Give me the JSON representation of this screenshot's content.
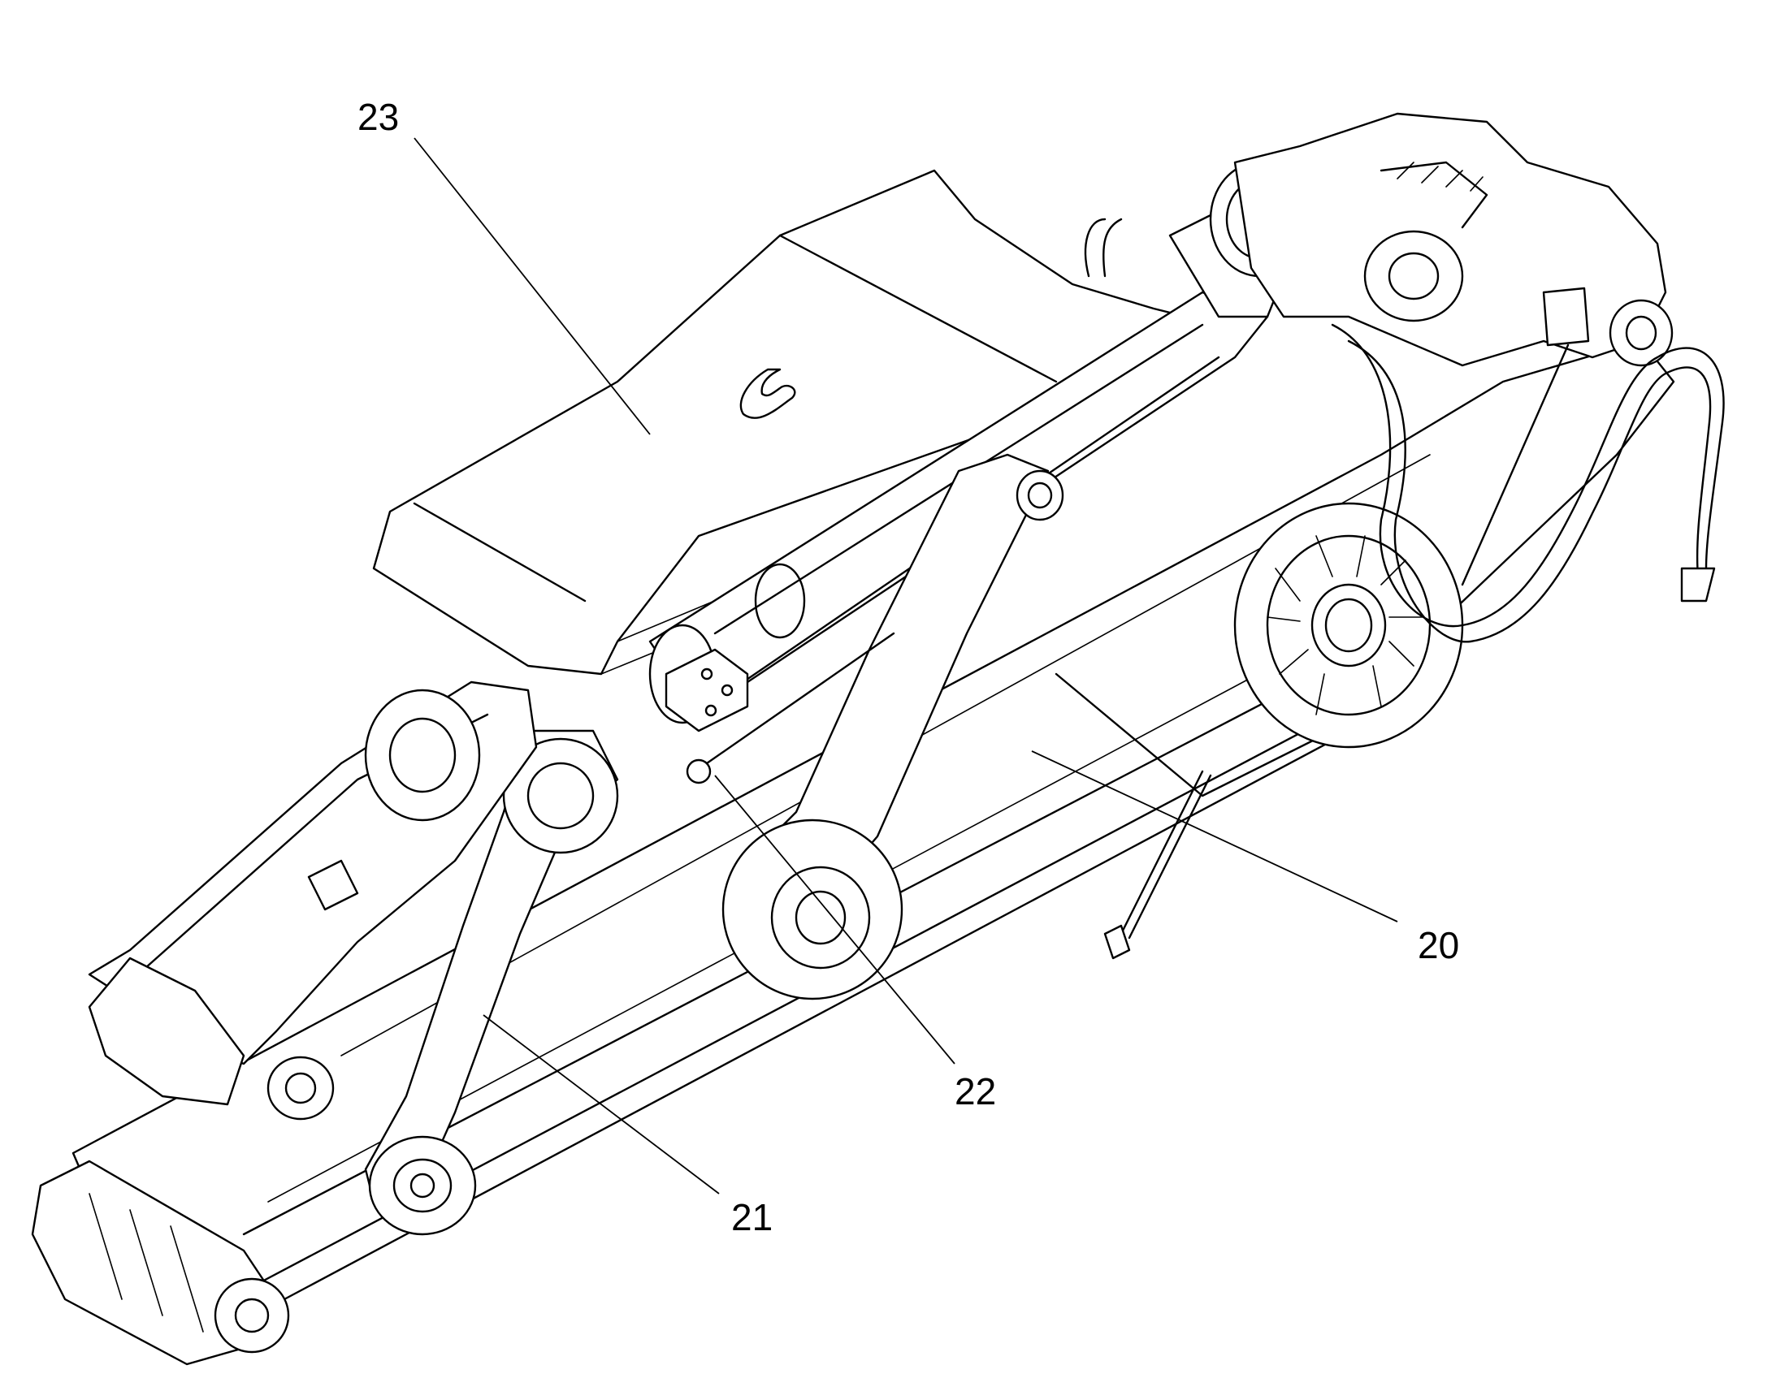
{
  "diagram": {
    "callouts": [
      {
        "id": "c23",
        "label": "23"
      },
      {
        "id": "c20",
        "label": "20"
      },
      {
        "id": "c22",
        "label": "22"
      },
      {
        "id": "c21",
        "label": "21"
      }
    ]
  }
}
